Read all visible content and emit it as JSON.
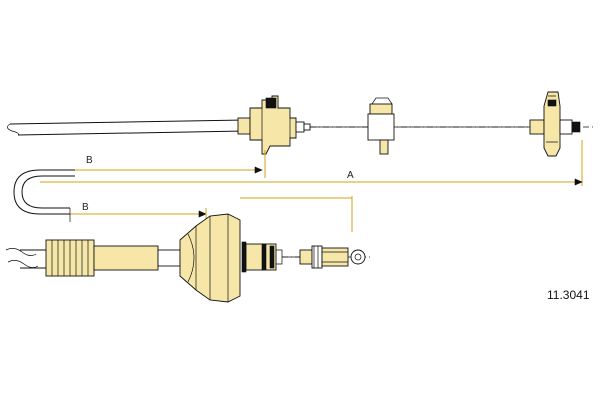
{
  "part_number": "11.3041",
  "dimensions": {
    "label_a": "A",
    "label_b_upper": "B",
    "label_b_lower": "B"
  },
  "colors": {
    "line": "#111111",
    "dimension": "#d4a017",
    "part_fill": "#f6e7a8"
  }
}
